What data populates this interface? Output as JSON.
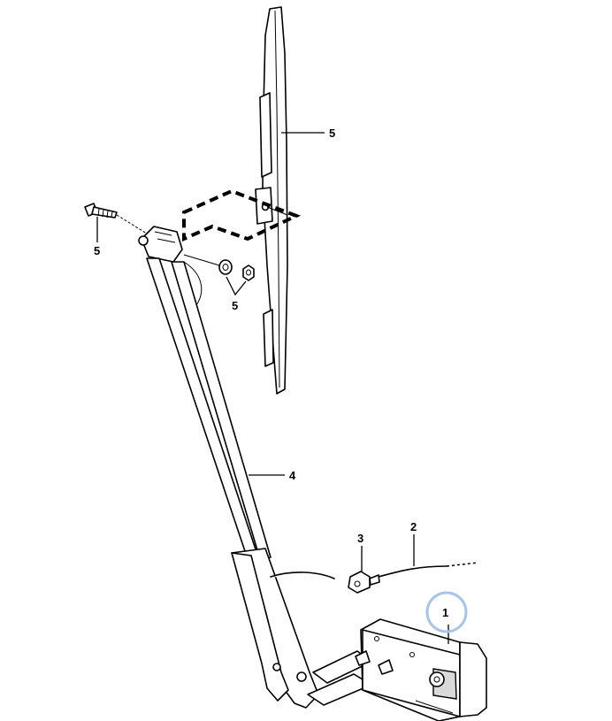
{
  "callouts": {
    "wiper_blade": "5",
    "bolt": "5",
    "washer_nut": "5",
    "wiper_arm": "4",
    "hose": "2",
    "nozzle": "3",
    "motor": "1"
  },
  "highlight_color": "#a9c4e4"
}
